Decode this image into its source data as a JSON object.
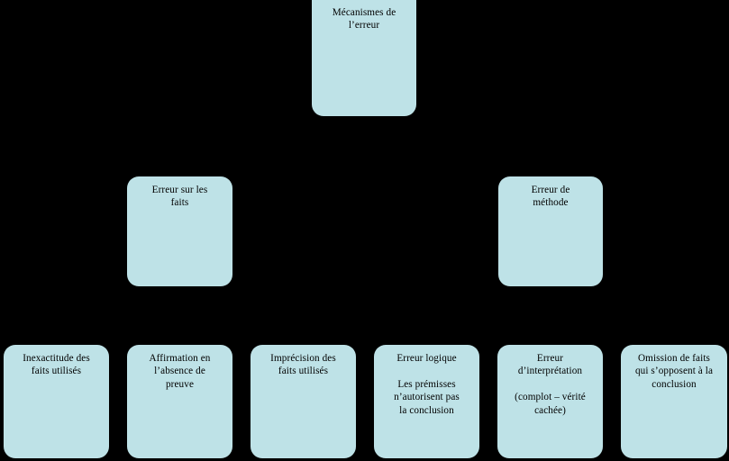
{
  "diagram": {
    "title": "Mécanismes de l'erreur",
    "background_color": "#000000",
    "node_fill_color": "#bee2e7",
    "node_text_color": "#000000",
    "root": {
      "label": "Mécanismes de\nl’erreur"
    },
    "branches": [
      {
        "label": "Erreur sur les\nfaits"
      },
      {
        "label": "Erreur de\nméthode"
      }
    ],
    "leaves": [
      {
        "label": "Inexactitude des\nfaits utilisés"
      },
      {
        "label": "Affirmation en\nl’absence de\npreuve"
      },
      {
        "label": "Imprécision des\nfaits utilisés"
      },
      {
        "label": "Erreur logique\n\nLes prémisses\nn’autorisent pas\nla conclusion"
      },
      {
        "label": "Erreur\nd’interprétation\n\n(complot – vérité\ncachée)"
      },
      {
        "label": "Omission de faits\nqui s’opposent à la\nconclusion"
      }
    ]
  }
}
